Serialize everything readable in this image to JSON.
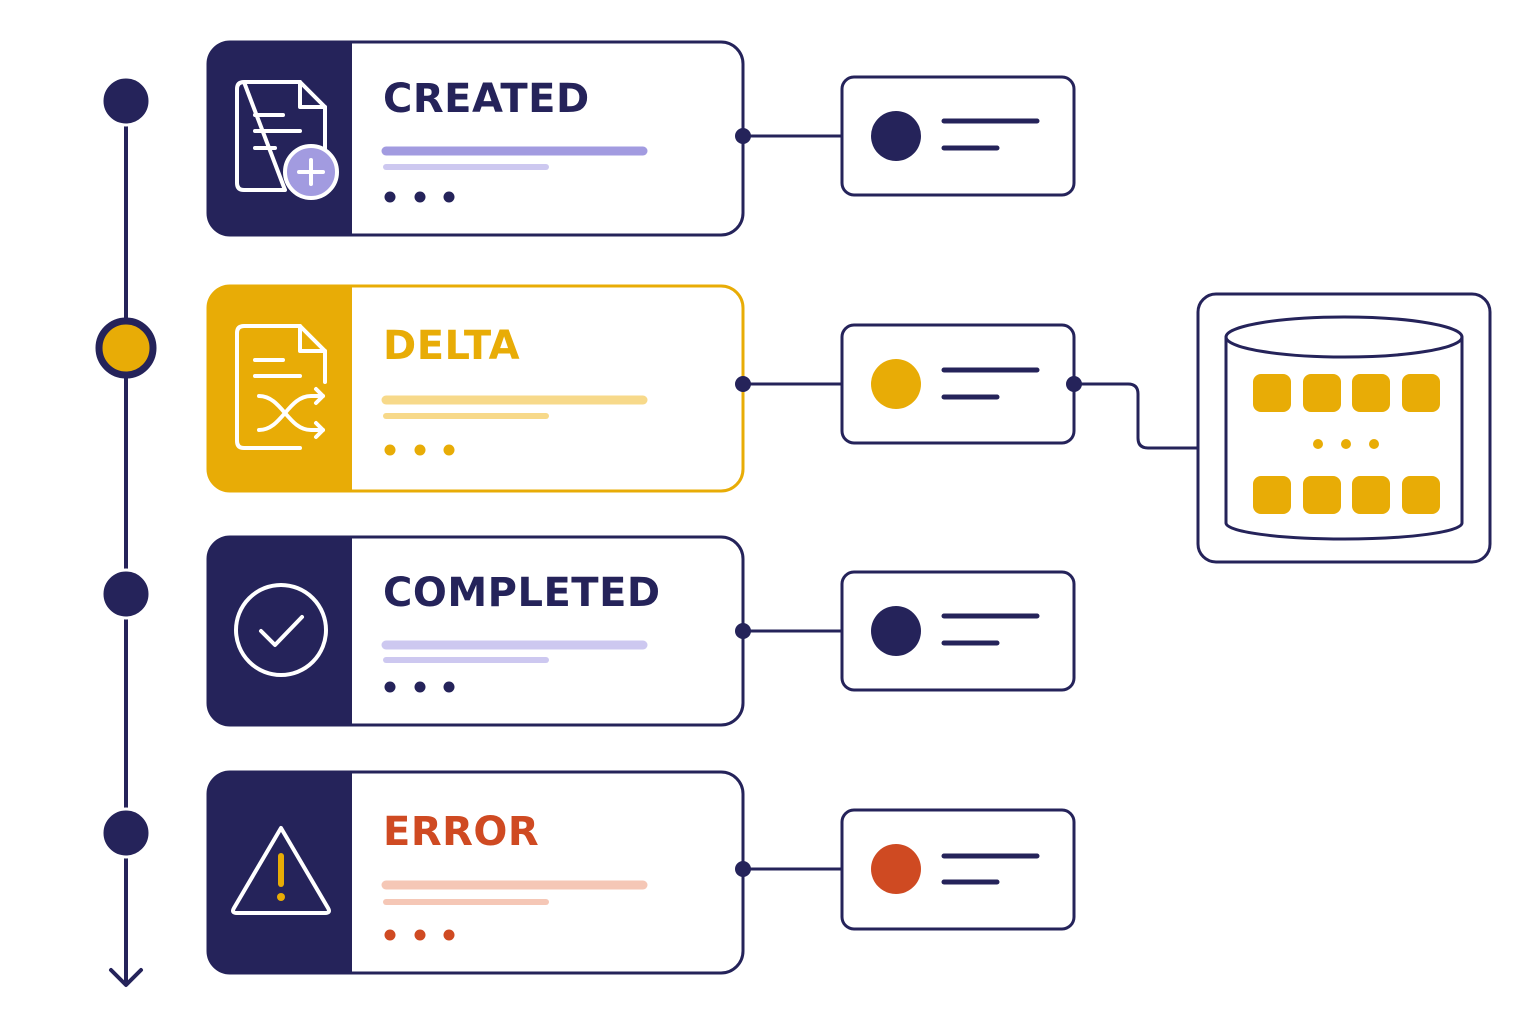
{
  "colors": {
    "navy": "#25235a",
    "yellow": "#e8ac06",
    "red": "#cf4a22",
    "lavender": "#a29be0",
    "lavender_light": "#cdc8f0",
    "yellow_light": "#f7d98a",
    "red_light": "#f5c7b6",
    "white": "#ffffff"
  },
  "stages": [
    {
      "id": "created",
      "title": "CREATED",
      "theme": "navy",
      "icon": "document-plus-icon"
    },
    {
      "id": "delta",
      "title": "DELTA",
      "theme": "yellow",
      "icon": "document-shuffle-icon"
    },
    {
      "id": "completed",
      "title": "COMPLETED",
      "theme": "navy",
      "icon": "check-circle-icon"
    },
    {
      "id": "error",
      "title": "ERROR",
      "theme": "red",
      "icon": "warning-triangle-icon"
    }
  ],
  "database": {
    "icon": "database-icon",
    "connected_stage": "delta"
  }
}
